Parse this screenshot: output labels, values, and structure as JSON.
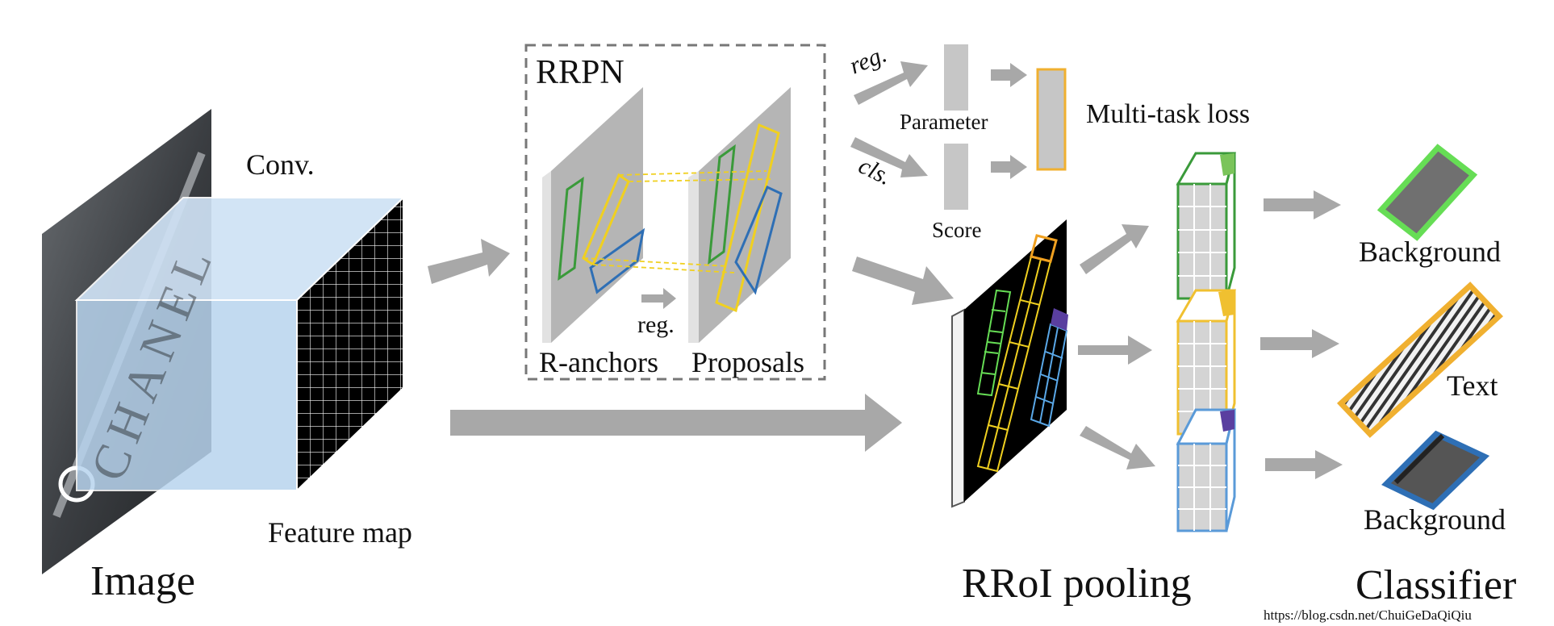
{
  "labels": {
    "conv": "Conv.",
    "feature_map": "Feature map",
    "image": "Image",
    "rrpn": "RRPN",
    "r_anchors": "R-anchors",
    "proposals": "Proposals",
    "reg_inner": "reg.",
    "reg_top": "reg.",
    "cls": "cls.",
    "parameter": "Parameter",
    "score": "Score",
    "multitask_loss": "Multi-task loss",
    "rroi_pooling": "RRoI pooling",
    "classifier": "Classifier",
    "background_top": "Background",
    "text": "Text",
    "background_bottom": "Background"
  },
  "image_text": "CHANEL",
  "watermark": "https://blog.csdn.net/ChuiGeDaQiQiu",
  "colors": {
    "arrow": "#a8a8a8",
    "panel": "#b5b5b5",
    "green": "#3a9a3a",
    "yellow": "#f0d020",
    "blue": "#2e6fb5",
    "bright_green": "#66dd55",
    "orange": "#f0a020",
    "purple": "#5a3fa0",
    "cube_face": "#b8d4ee"
  }
}
